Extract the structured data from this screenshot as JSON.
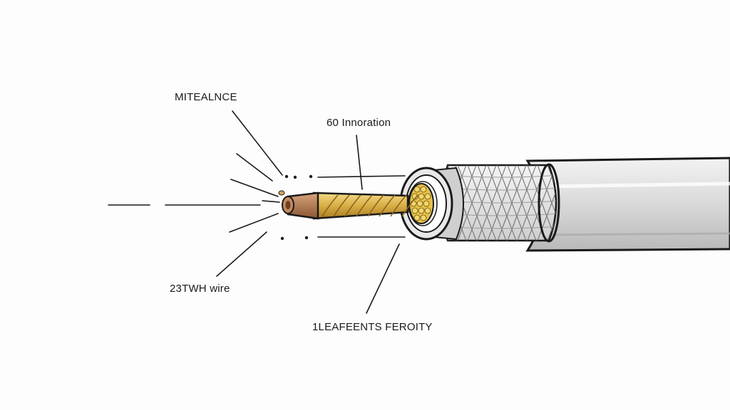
{
  "diagram": {
    "labels": {
      "top_left": "MITEALNCE",
      "top_center": "60 Innoration",
      "bottom_left": "23TWH wire",
      "bottom_center": "1LEAFEENTS FEROITY"
    },
    "colors": {
      "jacket": "#d9d9d9",
      "braid": "#e8e8e8",
      "dielectric": "#e0b84a",
      "copper_tip": "#b07a4e",
      "outline": "#1a1a1a"
    }
  }
}
